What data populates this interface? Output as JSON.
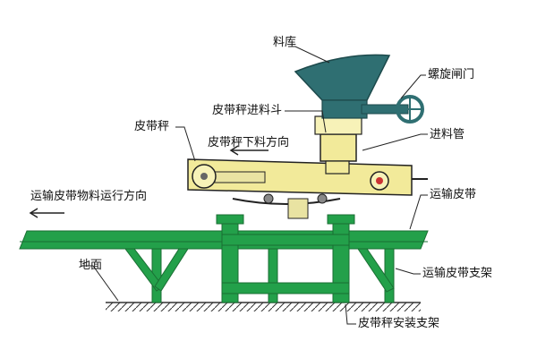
{
  "labels": {
    "hopper": "料库",
    "spiral_gate": "螺旋闸门",
    "scale_inlet_hopper": "皮带秤进料斗",
    "belt_scale": "皮带秤",
    "scale_discharge_direction": "皮带秤下料方向",
    "feed_pipe": "进料管",
    "conveyor_direction": "运输皮带物料运行方向",
    "conveyor_belt": "运输皮带",
    "ground": "地面",
    "conveyor_support": "运输皮带支架",
    "scale_mount_support": "皮带秤安装支架"
  },
  "colors": {
    "hopper_teal": "#2f6f72",
    "frame_green": "#23a04a",
    "scale_yellow": "#f2ea9a",
    "outline": "#222222"
  },
  "icons": {
    "direction_arrows": "left-arrow",
    "handwheel": "handwheel-icon"
  }
}
